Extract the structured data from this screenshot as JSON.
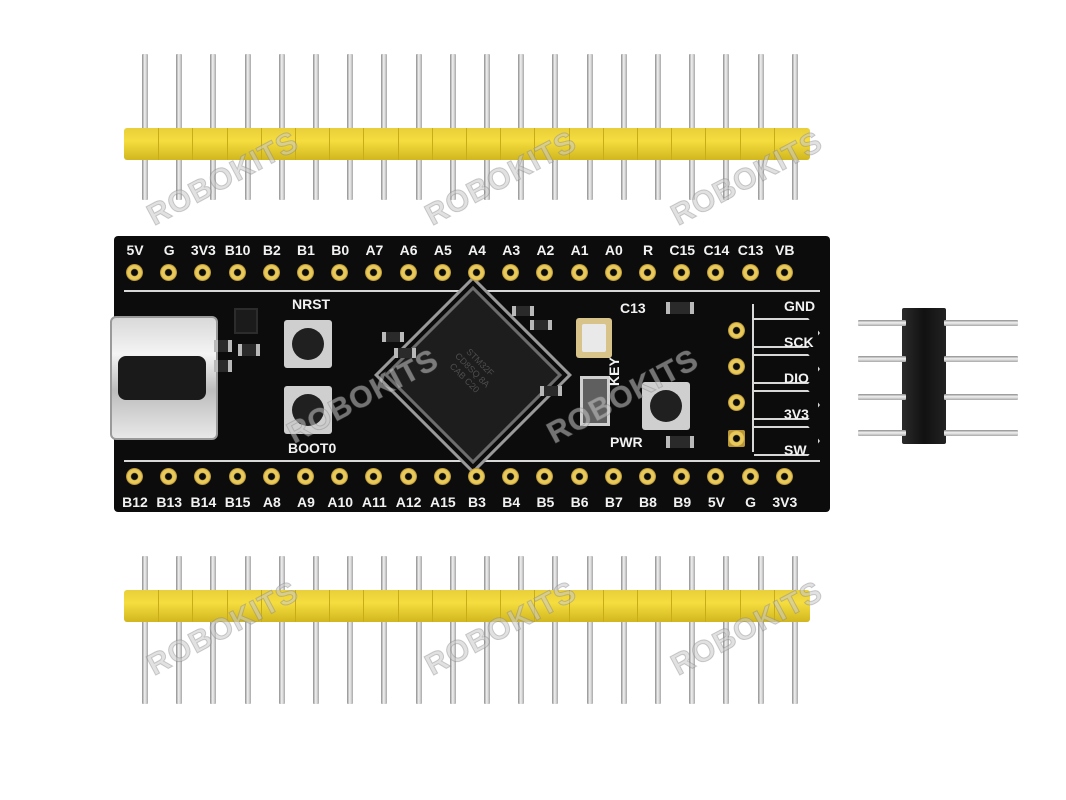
{
  "watermark": "ROBOKITS",
  "board": {
    "top_labels": [
      "5V",
      "G",
      "3V3",
      "B10",
      "B2",
      "B1",
      "B0",
      "A7",
      "A6",
      "A5",
      "A4",
      "A3",
      "A2",
      "A1",
      "A0",
      "R",
      "C15",
      "C14",
      "C13",
      "VB"
    ],
    "bottom_labels": [
      "B12",
      "B13",
      "B14",
      "B15",
      "A8",
      "A9",
      "A10",
      "A11",
      "A12",
      "A15",
      "B3",
      "B4",
      "B5",
      "B6",
      "B7",
      "B8",
      "B9",
      "5V",
      "G",
      "3V3"
    ],
    "button_nrst": "NRST",
    "button_boot0": "BOOT0",
    "led_c13": "C13",
    "button_key": "KEY",
    "led_pwr": "PWR",
    "swd_labels": [
      "GND",
      "SCK",
      "DIO",
      "3V3",
      "SW"
    ],
    "chip_marking": "STM32F\nCD8SQ 8A\nCAB C20"
  },
  "colors": {
    "pcb": "#0c0c0c",
    "header_plastic": "#f5dd3f",
    "silkscreen": "#f2f2f2",
    "pad_gold": "#e8c95a"
  }
}
